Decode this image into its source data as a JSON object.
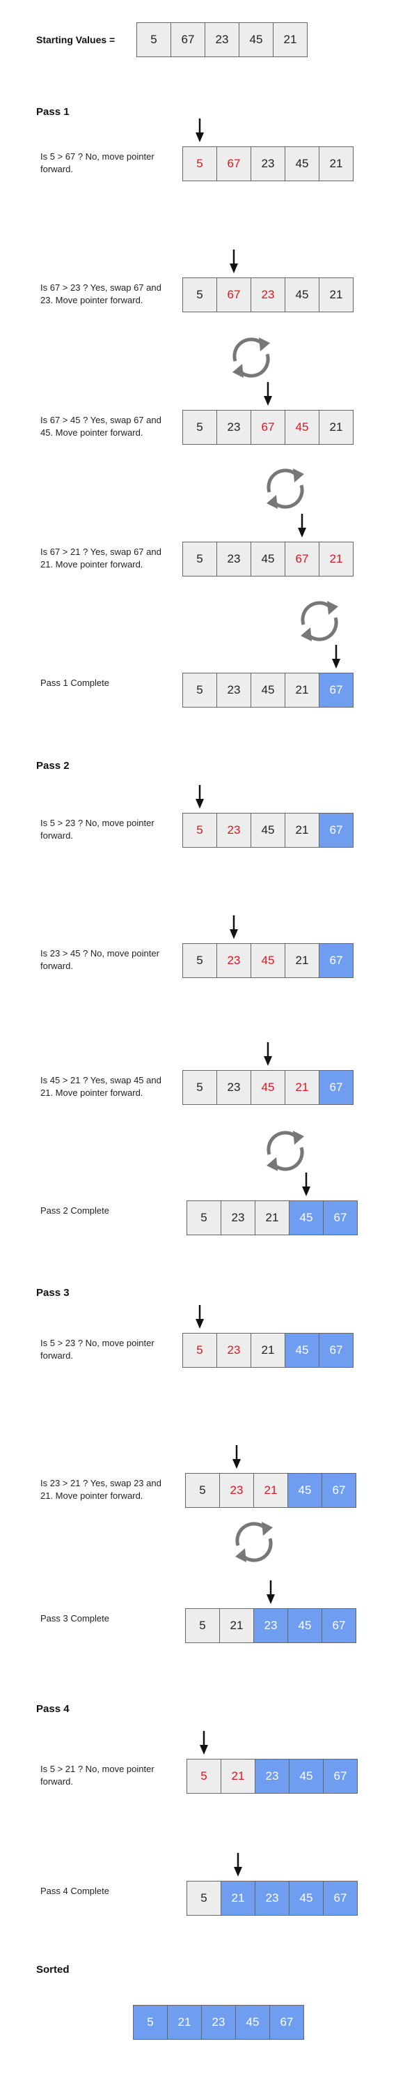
{
  "start": {
    "label": "Starting Values =",
    "values": [
      "5",
      "67",
      "23",
      "45",
      "21"
    ]
  },
  "steps": [
    {
      "section": "Pass 1"
    },
    {
      "text": "Is 5 > 67 ? No, move pointer forward.",
      "values": [
        "5",
        "67",
        "23",
        "45",
        "21"
      ],
      "states": [
        "h",
        "h",
        "n",
        "n",
        "n"
      ],
      "pointer": 0
    },
    {
      "text": "Is 67 > 23 ? Yes, swap 67 and 23. Move pointer forward.",
      "values": [
        "5",
        "67",
        "23",
        "45",
        "21"
      ],
      "states": [
        "n",
        "h",
        "h",
        "n",
        "n"
      ],
      "pointer": 1,
      "swap_after": true
    },
    {
      "text": "Is 67 > 45 ? Yes, swap 67 and 45. Move pointer forward.",
      "values": [
        "5",
        "23",
        "67",
        "45",
        "21"
      ],
      "states": [
        "n",
        "n",
        "h",
        "h",
        "n"
      ],
      "pointer": 2,
      "swap_after": true
    },
    {
      "text": "Is 67 > 21 ? Yes, swap 67 and 21. Move pointer forward.",
      "values": [
        "5",
        "23",
        "45",
        "67",
        "21"
      ],
      "states": [
        "n",
        "n",
        "n",
        "h",
        "h"
      ],
      "pointer": 3,
      "swap_after": true
    },
    {
      "text": "Pass 1 Complete",
      "values": [
        "5",
        "23",
        "45",
        "21",
        "67"
      ],
      "states": [
        "n",
        "n",
        "n",
        "n",
        "s"
      ],
      "pointer": 4
    },
    {
      "section": "Pass 2"
    },
    {
      "text": "Is 5 > 23 ? No, move pointer forward.",
      "values": [
        "5",
        "23",
        "45",
        "21",
        "67"
      ],
      "states": [
        "h",
        "h",
        "n",
        "n",
        "s"
      ],
      "pointer": 0
    },
    {
      "text": "Is 23  > 45 ? No, move pointer forward.",
      "values": [
        "5",
        "23",
        "45",
        "21",
        "67"
      ],
      "states": [
        "n",
        "h",
        "h",
        "n",
        "s"
      ],
      "pointer": 1
    },
    {
      "text": "Is 45 > 21 ? Yes, swap 45 and 21. Move pointer forward.",
      "values": [
        "5",
        "23",
        "45",
        "21",
        "67"
      ],
      "states": [
        "n",
        "n",
        "h",
        "h",
        "s"
      ],
      "pointer": 2,
      "swap_after": true
    },
    {
      "text": "Pass 2 Complete",
      "values": [
        "5",
        "23",
        "21",
        "45",
        "67"
      ],
      "states": [
        "n",
        "n",
        "n",
        "s",
        "s"
      ],
      "pointer": 3
    },
    {
      "section": "Pass 3"
    },
    {
      "text": "Is 5 > 23 ? No, move pointer forward.",
      "values": [
        "5",
        "23",
        "21",
        "45",
        "67"
      ],
      "states": [
        "h",
        "h",
        "n",
        "s",
        "s"
      ],
      "pointer": 0
    },
    {
      "text": "Is 23 > 21 ? Yes, swap 23 and 21. Move pointer forward.",
      "values": [
        "5",
        "23",
        "21",
        "45",
        "67"
      ],
      "states": [
        "n",
        "h",
        "h",
        "s",
        "s"
      ],
      "pointer": 1,
      "swap_after": true
    },
    {
      "text": "Pass 3 Complete",
      "values": [
        "5",
        "21",
        "23",
        "45",
        "67"
      ],
      "states": [
        "n",
        "n",
        "s",
        "s",
        "s"
      ],
      "pointer": 2
    },
    {
      "section": "Pass 4"
    },
    {
      "text": "Is 5 > 21 ? No, move pointer forward.",
      "values": [
        "5",
        "21",
        "23",
        "45",
        "67"
      ],
      "states": [
        "h",
        "h",
        "s",
        "s",
        "s"
      ],
      "pointer": 0
    },
    {
      "text": "Pass  4 Complete",
      "values": [
        "5",
        "21",
        "23",
        "45",
        "67"
      ],
      "states": [
        "n",
        "s",
        "s",
        "s",
        "s"
      ],
      "pointer": 1
    }
  ],
  "sorted": {
    "label": "Sorted",
    "values": [
      "5",
      "21",
      "23",
      "45",
      "67"
    ]
  },
  "colors": {
    "highlight": "#e0141f",
    "sorted": "#6f9ef0",
    "cell": "#ededed",
    "swap_icon": "#777777"
  }
}
